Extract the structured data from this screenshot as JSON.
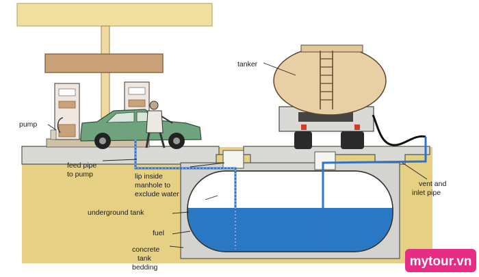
{
  "labels": {
    "tanker": "tanker",
    "pump": "pump",
    "feed_pipe_line1": "feed pipe",
    "feed_pipe_line2": "to pump",
    "lip_line1": "lip inside",
    "lip_line2": "manhole to",
    "lip_line3": "exclude water",
    "underground_tank": "underground tank",
    "fuel": "fuel",
    "concrete_line1": "concrete",
    "concrete_line2": "tank",
    "concrete_line3": "bedding",
    "vent_line1": "vent and",
    "vent_line2": "inlet pipe"
  },
  "watermark": "mytour.vn",
  "colors": {
    "ground": "#e6d083",
    "canopy": "#f1df9e",
    "sign": "#caa27a",
    "fuel": "#2a78c4",
    "pipe": "#2f73c6",
    "car": "#6fa37e",
    "tank_body": "#e9cfa4",
    "watermark_bg": "#e72d83"
  }
}
